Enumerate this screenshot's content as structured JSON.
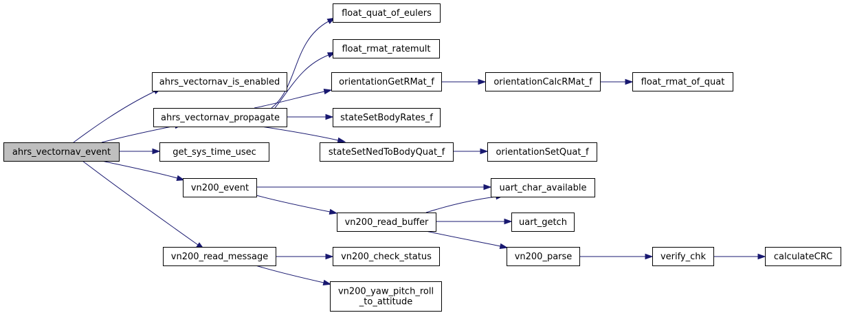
{
  "graph": {
    "colors": {
      "edge": "#191970",
      "root_fill": "#bfbfbf",
      "node_fill": "#ffffff",
      "border": "#000000"
    },
    "nodes": [
      {
        "id": "ahrs_vectornav_event",
        "lines": [
          "ahrs_vectornav_event"
        ],
        "root": true
      },
      {
        "id": "ahrs_vectornav_is_enabled",
        "lines": [
          "ahrs_vectornav_is_enabled"
        ]
      },
      {
        "id": "ahrs_vectornav_propagate",
        "lines": [
          "ahrs_vectornav_propagate"
        ]
      },
      {
        "id": "get_sys_time_usec",
        "lines": [
          "get_sys_time_usec"
        ]
      },
      {
        "id": "vn200_event",
        "lines": [
          "vn200_event"
        ]
      },
      {
        "id": "vn200_read_message",
        "lines": [
          "vn200_read_message"
        ]
      },
      {
        "id": "float_quat_of_eulers",
        "lines": [
          "float_quat_of_eulers"
        ]
      },
      {
        "id": "float_rmat_ratemult",
        "lines": [
          "float_rmat_ratemult"
        ]
      },
      {
        "id": "orientationGetRMat_f",
        "lines": [
          "orientationGetRMat_f"
        ]
      },
      {
        "id": "stateSetBodyRates_f",
        "lines": [
          "stateSetBodyRates_f"
        ]
      },
      {
        "id": "stateSetNedToBodyQuat_f",
        "lines": [
          "stateSetNedToBodyQuat_f"
        ]
      },
      {
        "id": "orientationCalcRMat_f",
        "lines": [
          "orientationCalcRMat_f"
        ]
      },
      {
        "id": "float_rmat_of_quat",
        "lines": [
          "float_rmat_of_quat"
        ]
      },
      {
        "id": "orientationSetQuat_f",
        "lines": [
          "orientationSetQuat_f"
        ]
      },
      {
        "id": "uart_char_available",
        "lines": [
          "uart_char_available"
        ]
      },
      {
        "id": "vn200_read_buffer",
        "lines": [
          "vn200_read_buffer"
        ]
      },
      {
        "id": "uart_getch",
        "lines": [
          "uart_getch"
        ]
      },
      {
        "id": "vn200_parse",
        "lines": [
          "vn200_parse"
        ]
      },
      {
        "id": "verify_chk",
        "lines": [
          "verify_chk"
        ]
      },
      {
        "id": "calculateCRC",
        "lines": [
          "calculateCRC"
        ]
      },
      {
        "id": "vn200_check_status",
        "lines": [
          "vn200_check_status"
        ]
      },
      {
        "id": "vn200_yaw_pitch_roll_to_attitude",
        "lines": [
          "vn200_yaw_pitch_roll",
          "_to_attitude"
        ]
      }
    ],
    "edges": [
      [
        "ahrs_vectornav_event",
        "ahrs_vectornav_is_enabled"
      ],
      [
        "ahrs_vectornav_event",
        "ahrs_vectornav_propagate"
      ],
      [
        "ahrs_vectornav_event",
        "get_sys_time_usec"
      ],
      [
        "ahrs_vectornav_event",
        "vn200_event"
      ],
      [
        "ahrs_vectornav_event",
        "vn200_read_message"
      ],
      [
        "ahrs_vectornav_propagate",
        "float_quat_of_eulers"
      ],
      [
        "ahrs_vectornav_propagate",
        "float_rmat_ratemult"
      ],
      [
        "ahrs_vectornav_propagate",
        "orientationGetRMat_f"
      ],
      [
        "ahrs_vectornav_propagate",
        "stateSetBodyRates_f"
      ],
      [
        "ahrs_vectornav_propagate",
        "stateSetNedToBodyQuat_f"
      ],
      [
        "orientationGetRMat_f",
        "orientationCalcRMat_f"
      ],
      [
        "orientationCalcRMat_f",
        "float_rmat_of_quat"
      ],
      [
        "stateSetNedToBodyQuat_f",
        "orientationSetQuat_f"
      ],
      [
        "vn200_event",
        "uart_char_available"
      ],
      [
        "vn200_event",
        "vn200_read_buffer"
      ],
      [
        "vn200_read_buffer",
        "uart_char_available"
      ],
      [
        "vn200_read_buffer",
        "uart_getch"
      ],
      [
        "vn200_read_buffer",
        "vn200_parse"
      ],
      [
        "vn200_parse",
        "verify_chk"
      ],
      [
        "verify_chk",
        "calculateCRC"
      ],
      [
        "vn200_read_message",
        "vn200_check_status"
      ],
      [
        "vn200_read_message",
        "vn200_yaw_pitch_roll_to_attitude"
      ]
    ]
  }
}
